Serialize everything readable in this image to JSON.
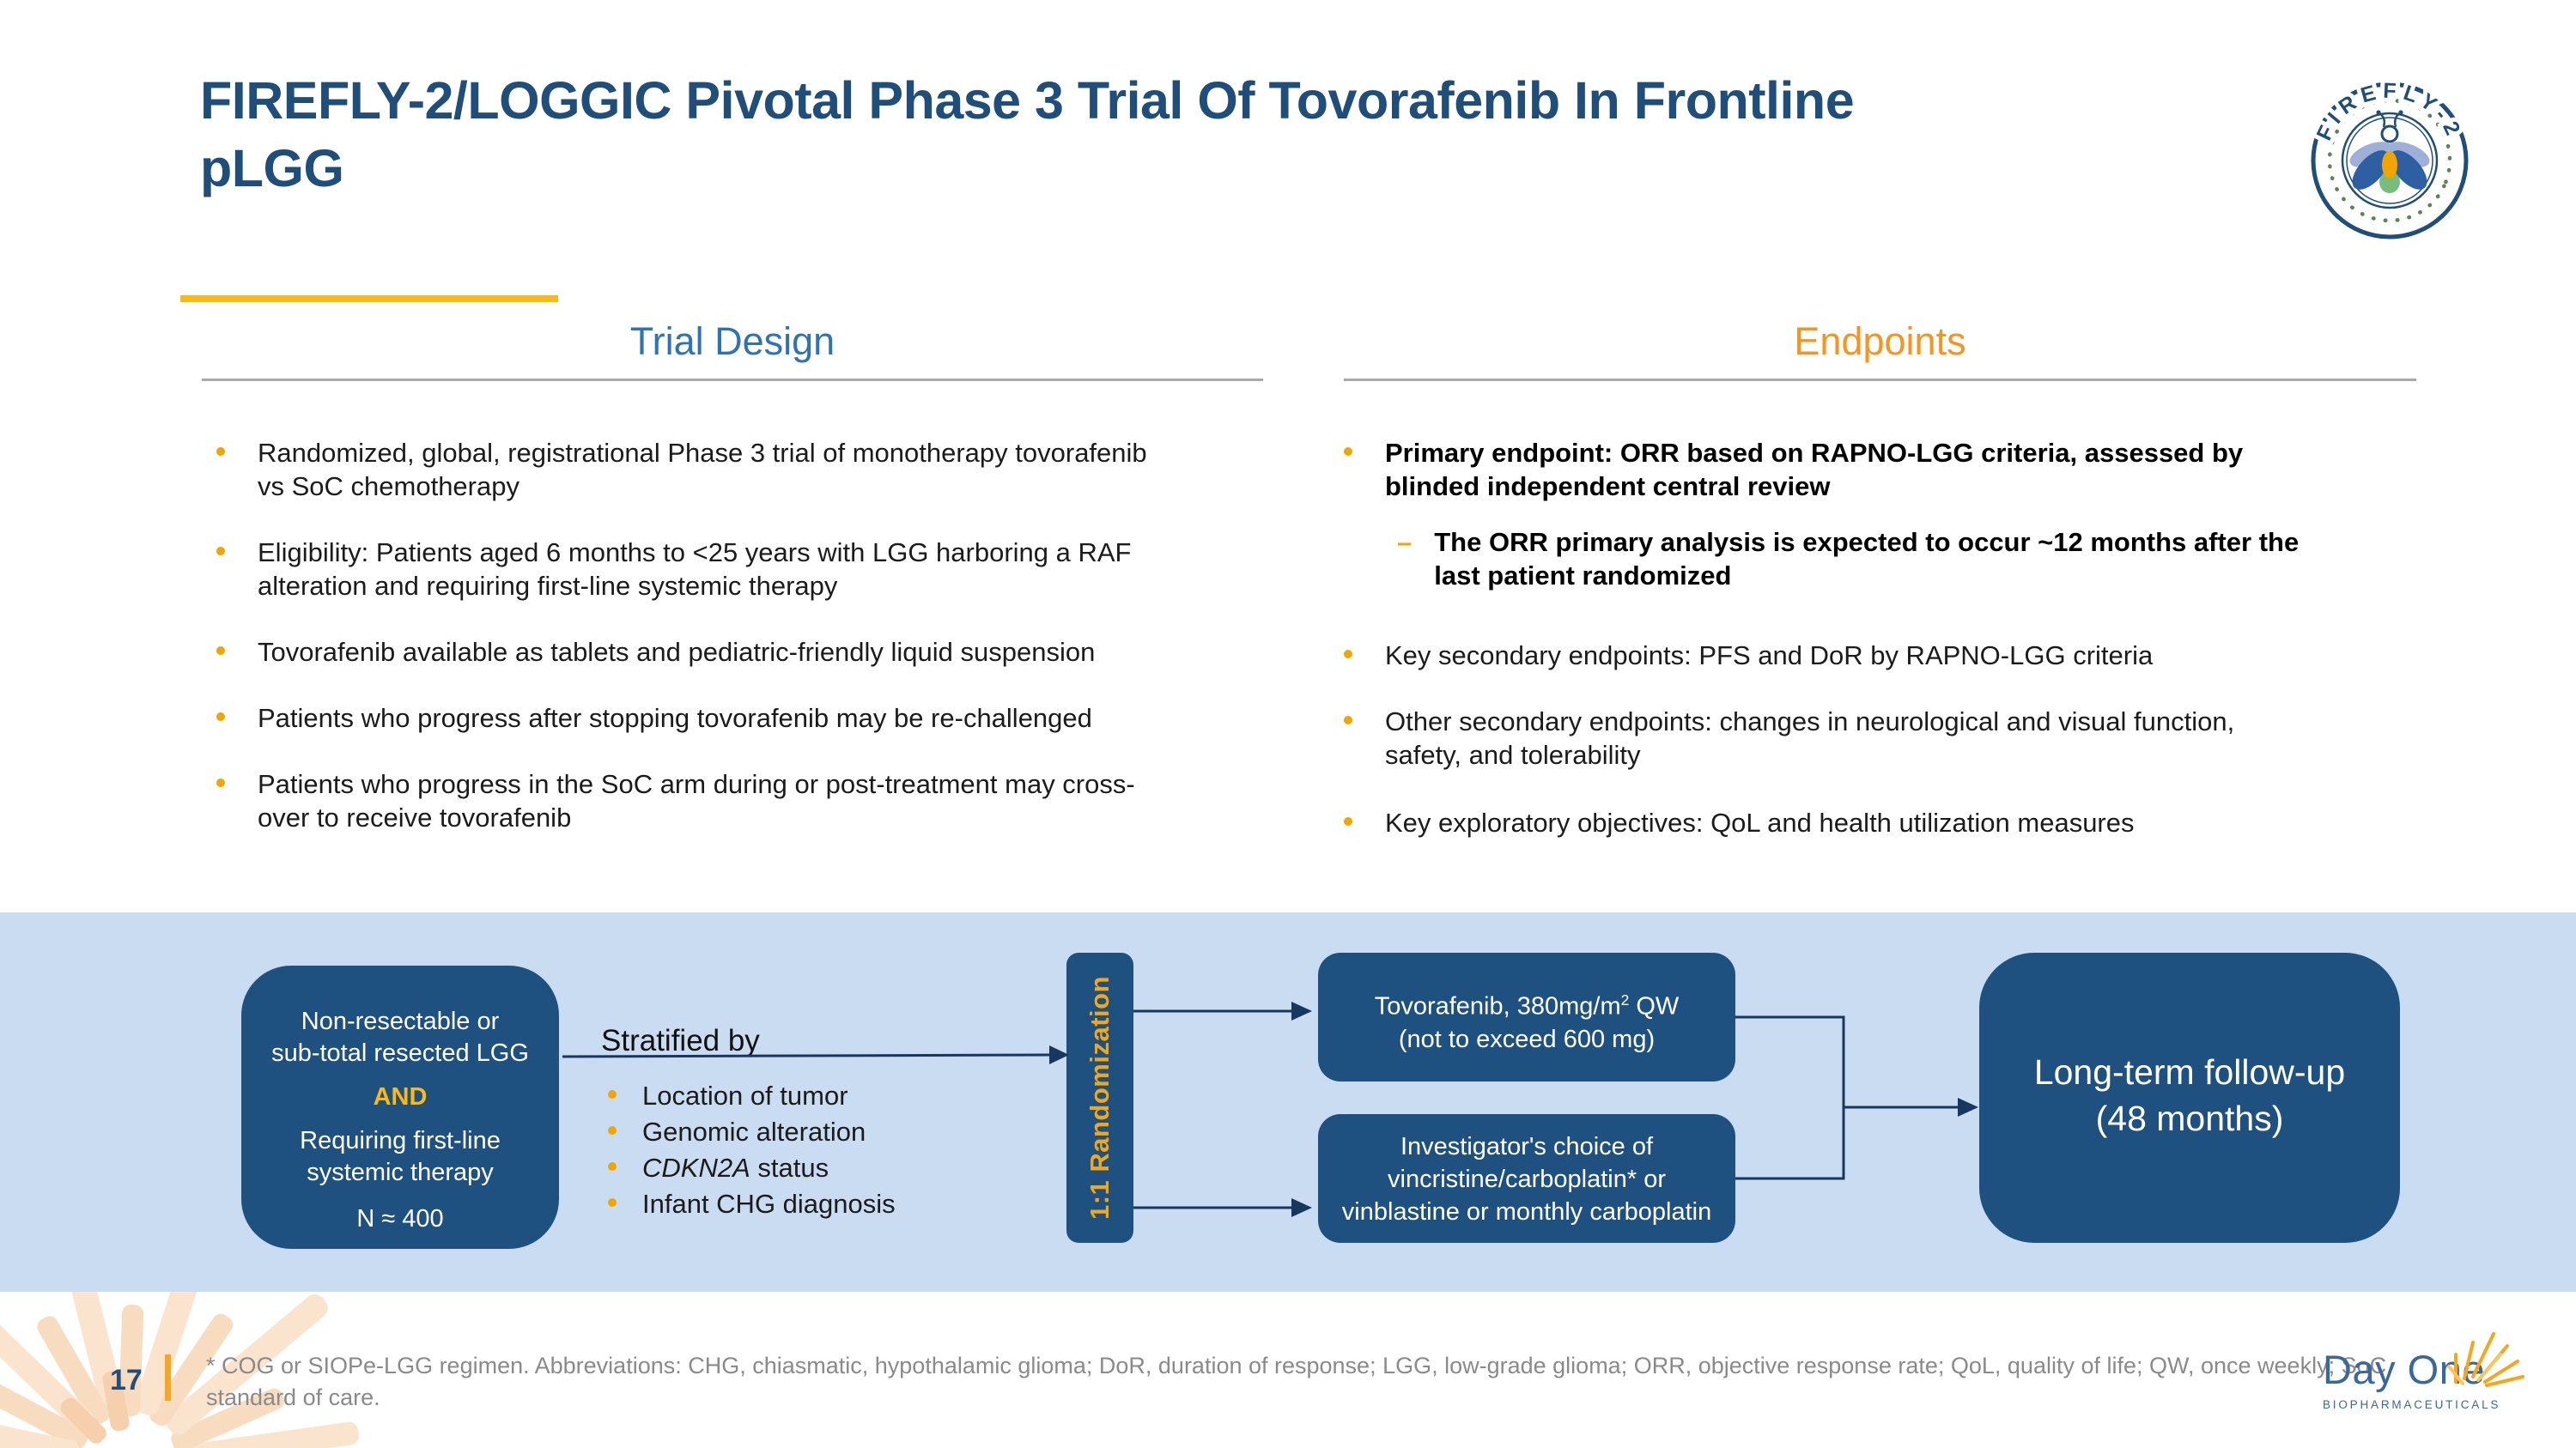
{
  "slide": {
    "title_line1": "FIREFLY-2/LOGGIC Pivotal Phase 3 Trial Of Tovorafenib In Frontline",
    "title_line2": "pLGG",
    "page_number": "17",
    "footnote_line1": "* COG or SIOPe-LGG regimen. Abbreviations: CHG, chiasmatic, hypothalamic glioma; DoR, duration of response; LGG, low-grade glioma; ORR, objective response rate; QoL, quality of life; QW, once weekly; SoC,",
    "footnote_line2": "standard of care."
  },
  "logos": {
    "firefly_label": "FIREFLY-2",
    "dayone_name": "Day One",
    "dayone_sub": "BIOPHARMACEUTICALS"
  },
  "trial_design": {
    "heading": "Trial Design",
    "bullets": [
      [
        "Randomized, global, registrational Phase 3 trial of monotherapy tovorafenib",
        "vs SoC chemotherapy"
      ],
      [
        "Eligibility: Patients aged 6 months to <25 years with LGG harboring a RAF",
        "alteration and requiring first-line systemic therapy"
      ],
      [
        "Tovorafenib available as tablets and pediatric-friendly liquid suspension"
      ],
      [
        "Patients who progress after stopping tovorafenib may be re-challenged"
      ],
      [
        "Patients who progress in the SoC arm during or post-treatment may cross-",
        "over to receive tovorafenib"
      ]
    ]
  },
  "endpoints": {
    "heading": "Endpoints",
    "bullet1": [
      "Primary endpoint: ORR based on RAPNO-LGG criteria, assessed by",
      "blinded independent central review"
    ],
    "sub_bullet": [
      "The ORR primary analysis is expected to occur ~12 months after the",
      "last patient randomized"
    ],
    "bullet2": [
      "Key secondary endpoints: PFS and DoR by RAPNO-LGG criteria"
    ],
    "bullet3": [
      "Other secondary endpoints: changes in neurological and visual function,",
      "safety, and tolerability"
    ],
    "bullet4": [
      "Key exploratory objectives: QoL and health utilization measures"
    ]
  },
  "diagram": {
    "enrollment_box": {
      "line1": "Non-resectable or",
      "line2": "sub-total resected LGG",
      "and_label": "AND",
      "line3": "Requiring first-line",
      "line4": "systemic therapy",
      "n_label": "N ≈ 400"
    },
    "stratified": {
      "label": "Stratified by",
      "item1": "Location of tumor",
      "item2": "Genomic alteration",
      "item3_gene": "CDKN2A",
      "item3_rest": " status",
      "item4": "Infant CHG diagnosis"
    },
    "randomization_label": "1:1 Randomization",
    "tovorafenib_box": {
      "line1_a": "Tovorafenib, 380mg/m",
      "line1_sup": "2",
      "line1_b": " QW",
      "line2": "(not to exceed 600 mg)"
    },
    "soc_box": {
      "line1": "Investigator's choice of",
      "line2": "vincristine/carboplatin* or",
      "line3": "vinblastine or monthly carboplatin"
    },
    "followup_box": {
      "line1": "Long-term follow-up",
      "line2": "(48 months)"
    }
  },
  "colors": {
    "title_navy": "#1E4E79",
    "heading_blue": "#2E74B5",
    "heading_orange": "#F7941D",
    "accent_yellow": "#FDB913",
    "bullet_orange": "#F0A500",
    "band_light_blue": "#C9DCF1",
    "box_dark_blue": "#1F5180",
    "arrow_navy": "#17375E",
    "footnote_gray": "#8A8A8A",
    "sunburst_peach": "#FBE4CD",
    "dayone_blue": "#38689C"
  }
}
